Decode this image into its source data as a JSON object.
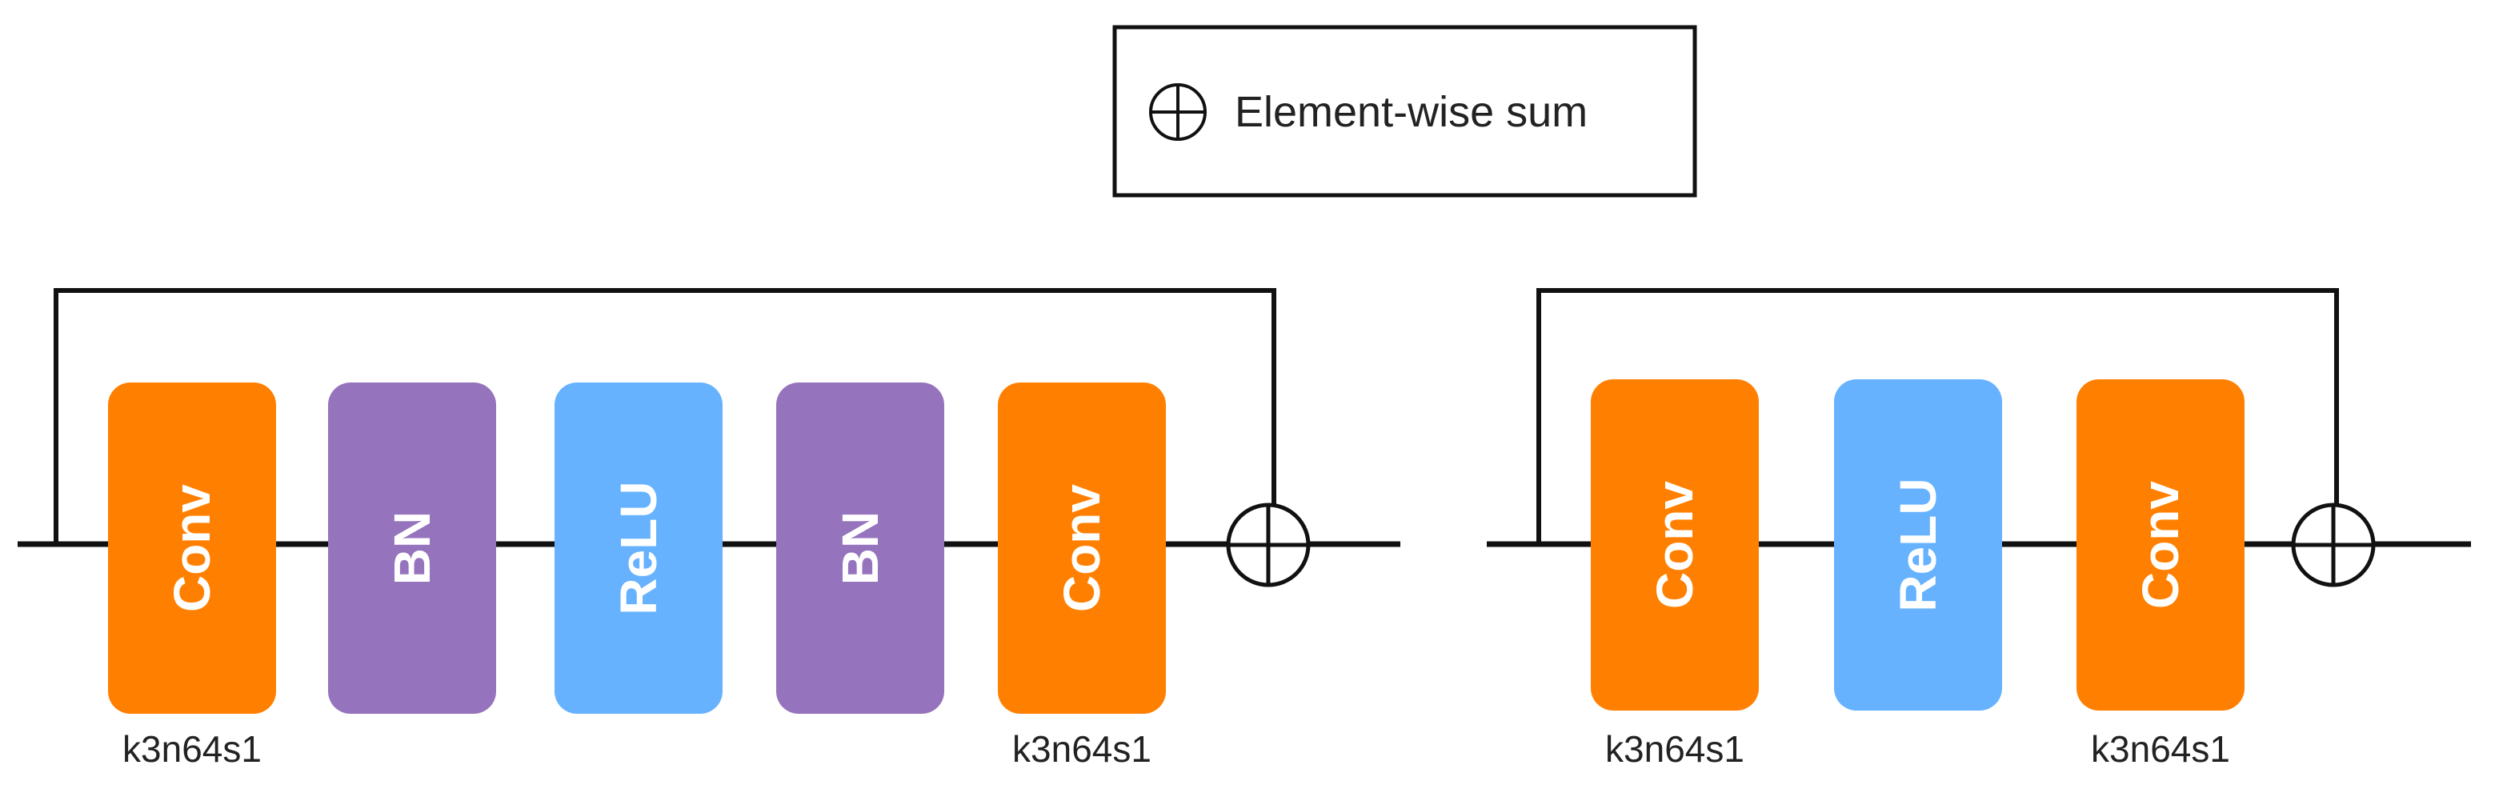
{
  "legend": {
    "label": "Element-wise sum",
    "icon": "circle-plus-icon"
  },
  "colors": {
    "conv": "#ff8000",
    "bn": "#9673bd",
    "relu": "#66b2ff",
    "line": "#111111",
    "text": "#ffffff"
  },
  "left_block": {
    "layers": [
      {
        "label": "Conv",
        "kind": "conv",
        "caption": "k3n64s1"
      },
      {
        "label": "BN",
        "kind": "bn",
        "caption": ""
      },
      {
        "label": "ReLU",
        "kind": "relu",
        "caption": ""
      },
      {
        "label": "BN",
        "kind": "bn",
        "caption": ""
      },
      {
        "label": "Conv",
        "kind": "conv",
        "caption": "k3n64s1"
      }
    ]
  },
  "right_block": {
    "layers": [
      {
        "label": "Conv",
        "kind": "conv",
        "caption": "k3n64s1"
      },
      {
        "label": "ReLU",
        "kind": "relu",
        "caption": ""
      },
      {
        "label": "Conv",
        "kind": "conv",
        "caption": "k3n64s1"
      }
    ]
  }
}
